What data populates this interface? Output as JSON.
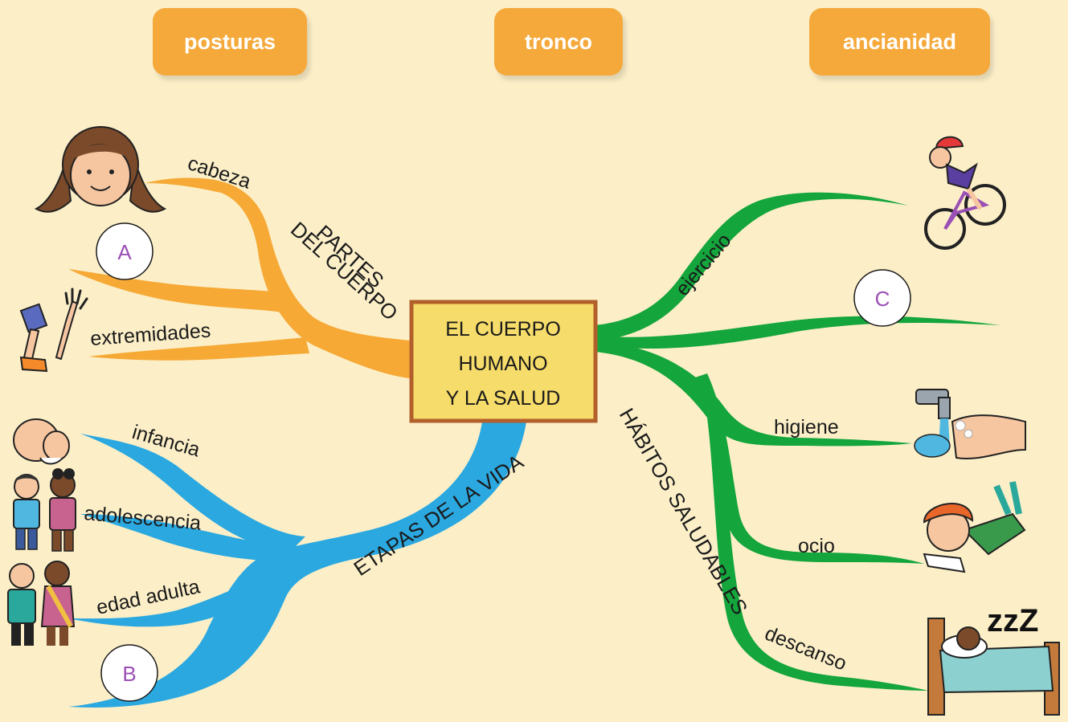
{
  "options": [
    "posturas",
    "tronco",
    "ancianidad"
  ],
  "center": {
    "line1": "EL CUERPO",
    "line2": "HUMANO",
    "line3": "Y LA SALUD"
  },
  "branches": {
    "body_parts": {
      "line1": "PARTES",
      "line2": "DEL CUERPO",
      "color": "#f6a935",
      "items": [
        "cabeza",
        "extremidades"
      ],
      "blank": "A"
    },
    "life_stages": {
      "label": "ETAPAS DE LA VIDA",
      "color": "#2ba8e0",
      "items": [
        "infancia",
        "adolescencia",
        "edad adulta"
      ],
      "blank": "B"
    },
    "habits": {
      "label": "HÁBITOS SALUDABLES",
      "color": "#14a53c",
      "items": [
        "ejercicio",
        "higiene",
        "ocio",
        "descanso"
      ],
      "blank": "C"
    }
  },
  "sleep_text": "zzZ",
  "icons": [
    "girl-head-icon",
    "limbs-icon",
    "baby-icon",
    "kids-icon",
    "adults-icon",
    "cyclist-icon",
    "handwashing-icon",
    "reading-child-icon",
    "sleeping-child-icon"
  ]
}
